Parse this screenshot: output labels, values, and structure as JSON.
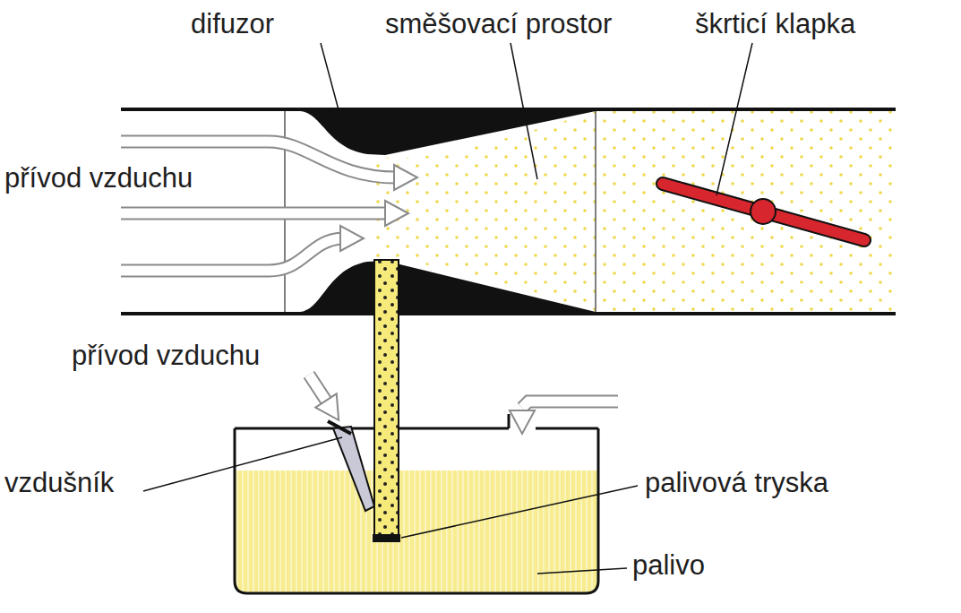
{
  "diagram": {
    "labels": [
      "difuzor",
      "směšovací prostor",
      "škrticí klapka",
      "přívod vzduchu",
      "přívod vzduchu",
      "vzdušník",
      "palivová tryska",
      "palivo"
    ]
  }
}
